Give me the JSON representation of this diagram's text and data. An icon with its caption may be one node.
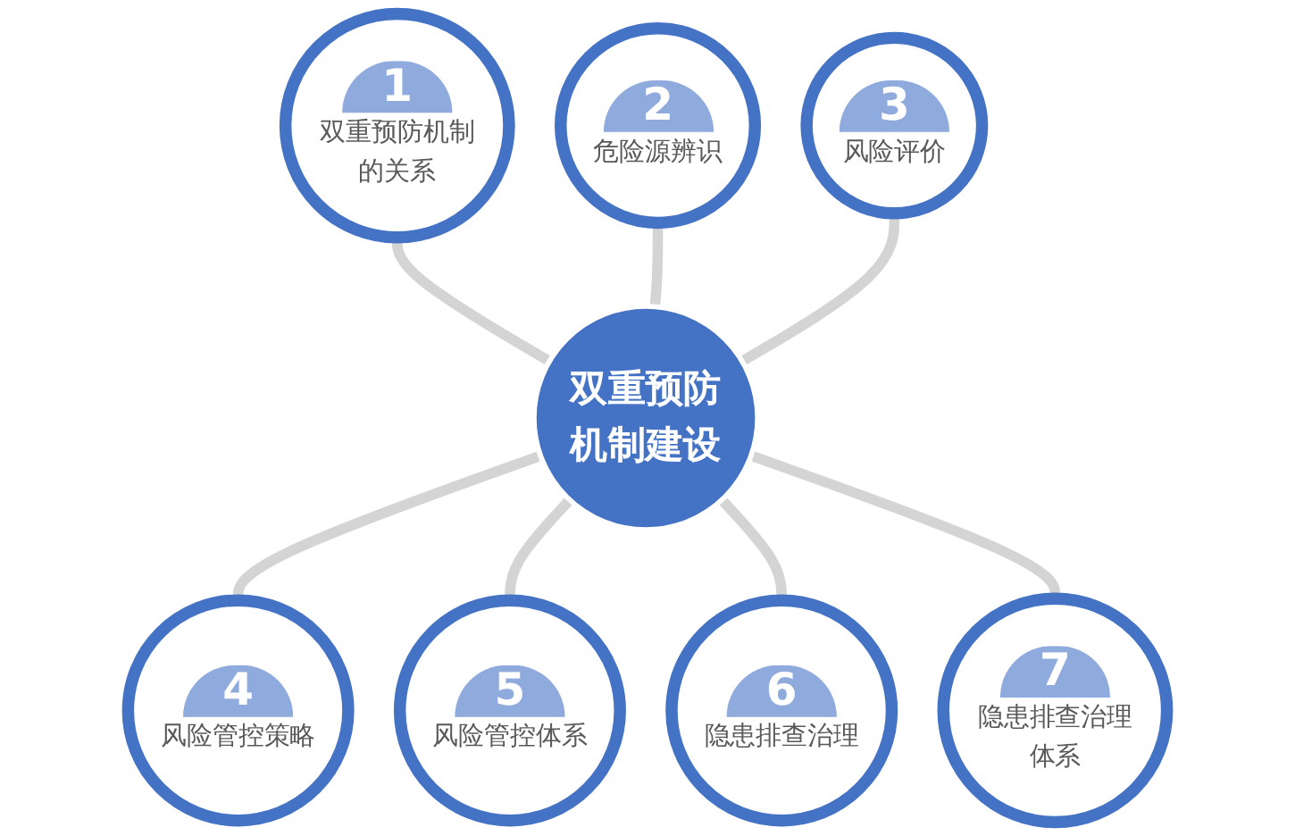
{
  "diagram": {
    "nodes": [
      {
        "text": [
          "双重预防机制建设"
        ]
      },
      {
        "text": [
          "1",
          "双重预防机制的关系"
        ]
      },
      {
        "text": [
          "2",
          "危险源辨识"
        ]
      },
      {
        "text": [
          "3",
          "风险评价"
        ]
      },
      {
        "text": [
          "4",
          "风险管控策略"
        ]
      },
      {
        "text": [
          "5",
          "风险管控体系"
        ]
      },
      {
        "text": [
          "6",
          "隐患排查治理"
        ]
      },
      {
        "text": [
          "7",
          "隐患排查治理体系"
        ]
      }
    ],
    "edges": [
      {
        "from": 1,
        "to": 0,
        "arrow": "none"
      },
      {
        "from": 2,
        "to": 0,
        "arrow": "none"
      },
      {
        "from": 3,
        "to": 0,
        "arrow": "none"
      },
      {
        "from": 0,
        "to": 4,
        "arrow": "none"
      },
      {
        "from": 0,
        "to": 5,
        "arrow": "none"
      },
      {
        "from": 0,
        "to": 6,
        "arrow": "none"
      },
      {
        "from": 0,
        "to": 7,
        "arrow": "none"
      }
    ]
  }
}
